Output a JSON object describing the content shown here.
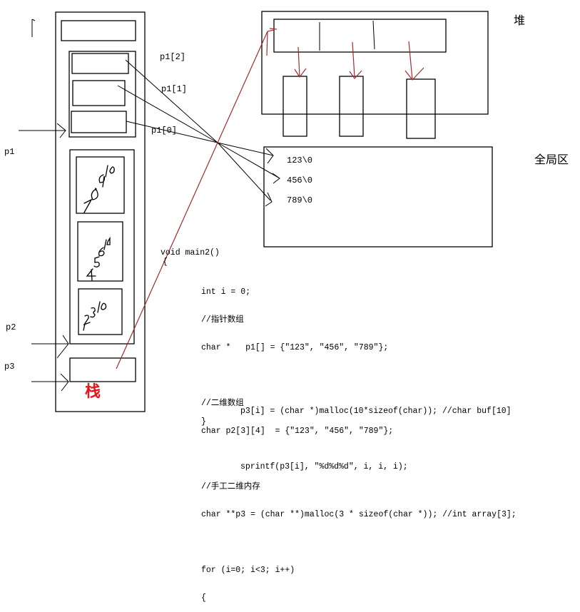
{
  "labels": {
    "heap": "堆",
    "global_area": "全局区",
    "stack": "栈",
    "p1": "p1",
    "p2": "p2",
    "p3": "p3",
    "p1_0": "p1[0]",
    "p1_1": "p1[1]",
    "p1_2": "p1[2]"
  },
  "global_strings": [
    "123\\0",
    "456\\0",
    "789\\0"
  ],
  "stack_handwritten": [
    "789\\0",
    "456\\0",
    "123\\0"
  ],
  "code": {
    "signature": "void main2()",
    "open_brace": "{",
    "lines": [
      "int i = 0;",
      "//指针数组",
      "char *   p1[] = {\"123\", \"456\", \"789\"};",
      "",
      "//二维数组",
      "char p2[3][4]  = {\"123\", \"456\", \"789\"};",
      "",
      "//手工二维内存",
      "char **p3 = (char **)malloc(3 * sizeof(char *)); //int array[3];",
      "",
      "for (i=0; i<3; i++)",
      "{"
    ],
    "loop_body": [
      "p3[i] = (char *)malloc(10*sizeof(char)); //char buf[10]",
      "",
      "sprintf(p3[i], \"%d%d%d\", i, i, i);"
    ],
    "close_brace": "}"
  },
  "colors": {
    "line": "#000000",
    "heap_arrow": "#a52a2a",
    "stack_label": "#e8141b"
  }
}
